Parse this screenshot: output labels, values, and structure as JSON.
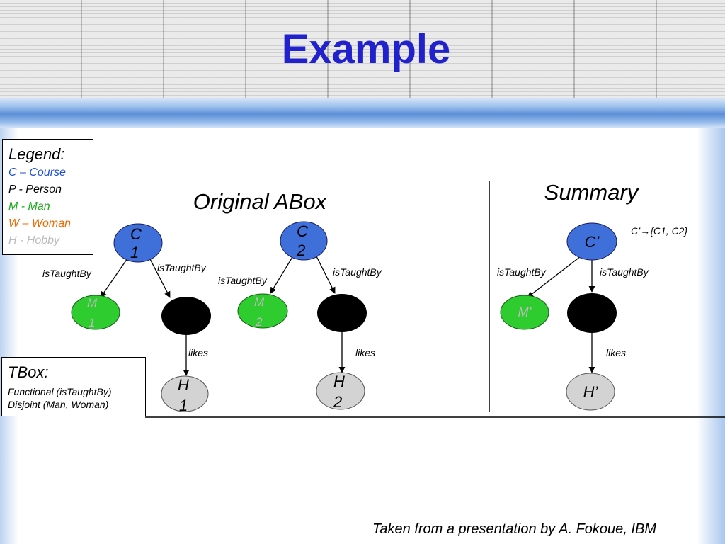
{
  "slide": {
    "title": "Example",
    "footer": "Taken from a presentation by A. Fokoue, IBM"
  },
  "legend": {
    "title": "Legend:",
    "items": [
      {
        "text": "C – Course",
        "color": "#1f4fd1"
      },
      {
        "text": "P - Person",
        "color": "#000000"
      },
      {
        "text": "M - Man",
        "color": "#1aaa1a"
      },
      {
        "text": "W – Woman",
        "color": "#ee6a00"
      },
      {
        "text": "H - Hobby",
        "color": "#bbbbbb"
      }
    ]
  },
  "tbox": {
    "title": "TBox:",
    "lines": [
      "Functional (isTaughtBy)",
      "Disjoint (Man, Woman)"
    ]
  },
  "diagram": {
    "original_title": "Original ABox",
    "summary_title": "Summary",
    "summary_note": "C’→{C1, C2}",
    "colors": {
      "course": "#3f6fd8",
      "man": "#2ecc2e",
      "person": "#000000",
      "hobby": "#d3d3d3"
    },
    "nodes": {
      "c1": {
        "line1": "C",
        "line2": "1"
      },
      "m1": {
        "line1": "M",
        "line2": "1"
      },
      "h1": {
        "line1": "H",
        "line2": "1"
      },
      "c2": {
        "line1": "C",
        "line2": "2"
      },
      "m2": {
        "line1": "M",
        "line2": "2"
      },
      "h2": {
        "line1": "H",
        "line2": "2"
      },
      "c_prime": "C’",
      "m_prime": "M’",
      "h_prime": "H’"
    },
    "edge_labels": {
      "c1_m1": "isTaughtBy",
      "c1_p1": "isTaughtBy",
      "p1_h1": "likes",
      "c2_m2": "isTaughtBy",
      "c2_p2": "isTaughtBy",
      "p2_h2": "likes",
      "cp_mp": "isTaughtBy",
      "cp_pp": "isTaughtBy",
      "pp_hp": "likes"
    }
  }
}
